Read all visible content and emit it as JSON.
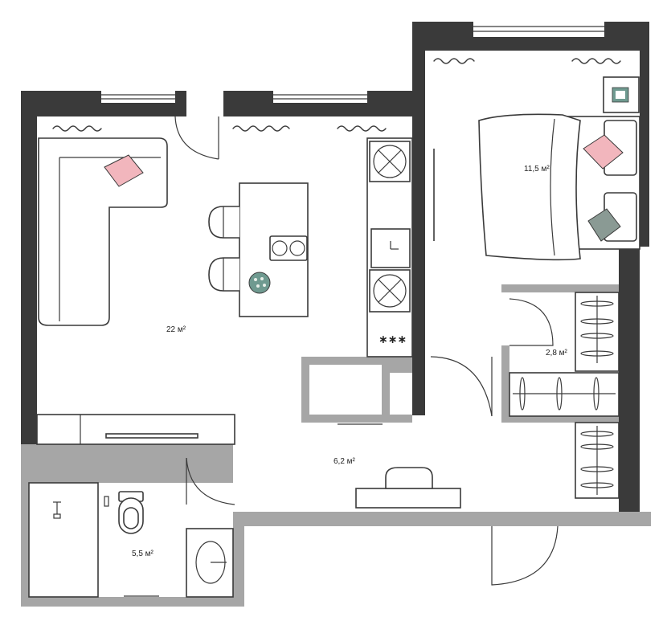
{
  "plan": {
    "rooms": {
      "living_kitchen": {
        "area": "22 м²"
      },
      "bedroom": {
        "area": "11,5 м²"
      },
      "closet": {
        "area": "2,8 м²"
      },
      "hallway": {
        "area": "6,2 м²"
      },
      "bathroom": {
        "area": "5,5 м²"
      }
    },
    "cooktop_symbol": "∗∗∗",
    "colors": {
      "walls": "#3a3a3a",
      "light_walls": "#a6a6a6",
      "pillow_pink": "#f2b6bd",
      "pillow_grey": "#8a9a94",
      "plate": "#6f9a90"
    }
  }
}
